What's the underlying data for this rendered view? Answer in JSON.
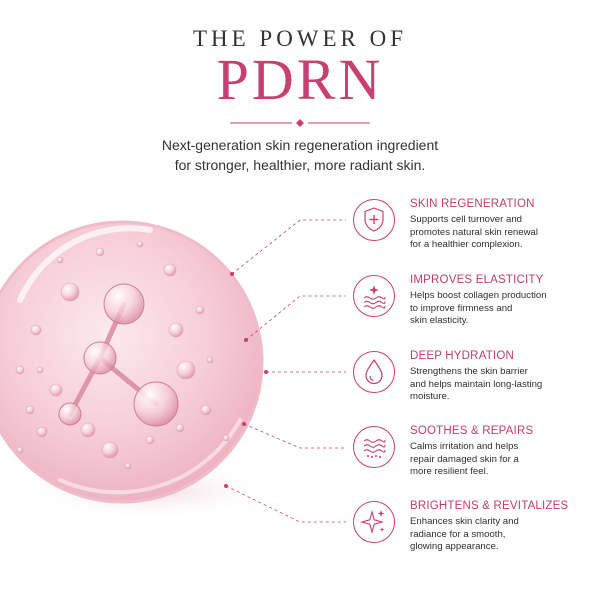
{
  "header": {
    "pretitle": "THE POWER OF",
    "title": "PDRN",
    "subtitle_line1": "Next-generation skin regeneration ingredient",
    "subtitle_line2": "for stronger, healthier, more radiant skin."
  },
  "colors": {
    "accent": "#c93f72",
    "text": "#2a2a2a",
    "droplet": "#f3c9d3"
  },
  "features": [
    {
      "icon": "shield-plus-icon",
      "title": "SKIN REGENERATION",
      "line1": "Supports cell turnover and",
      "line2": "promotes natural skin renewal",
      "line3": "for a healthier complexion."
    },
    {
      "icon": "sparkle-waves-icon",
      "title": "IMPROVES ELASTICITY",
      "line1": "Helps boost collagen production",
      "line2": "to improve firmness and",
      "line3": "skin elasticity."
    },
    {
      "icon": "water-drop-icon",
      "title": "DEEP HYDRATION",
      "line1": "Strengthens the skin barrier",
      "line2": "and helps maintain long-lasting",
      "line3": "moisture."
    },
    {
      "icon": "calm-waves-icon",
      "title": "SOOTHES & REPAIRS",
      "line1": "Calms irritation and helps",
      "line2": "repair damaged skin for a",
      "line3": "more resilient feel."
    },
    {
      "icon": "sparkles-icon",
      "title": "BRIGHTENS & REVITALIZES",
      "line1": "Enhances skin clarity and",
      "line2": "radiance for a smooth,",
      "line3": "glowing appearance."
    }
  ]
}
